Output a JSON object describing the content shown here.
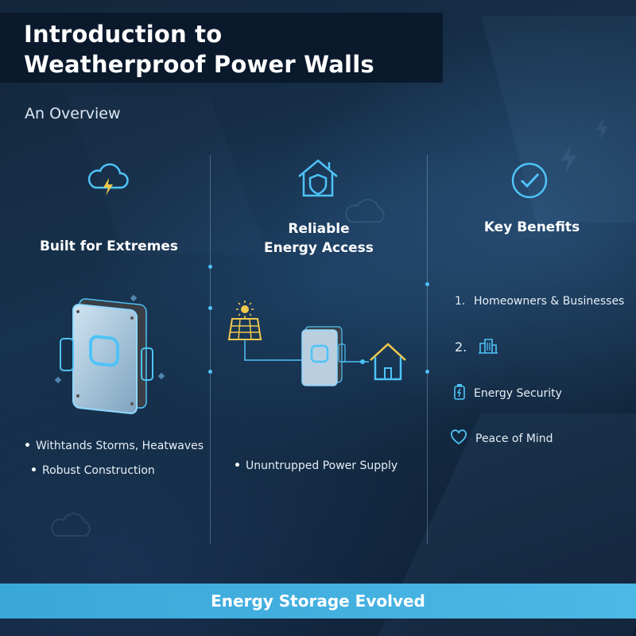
{
  "title": {
    "line1": "Introduction to",
    "line2": "Weatherproof Power Walls"
  },
  "subtitle": "An Overview",
  "columns": [
    {
      "heading": "Built for Extremes",
      "icon": "cloud-lightning-icon",
      "bullets": [
        "Withtands Storms, Heatwaves",
        "Robust Construction"
      ]
    },
    {
      "heading_line1": "Reliable",
      "heading_line2": "Energy Access",
      "icon": "house-shield-icon",
      "bullets": [
        "Ununtrupped Power Supply"
      ]
    },
    {
      "heading": "Key Benefits",
      "icon": "check-circle-icon",
      "items": [
        {
          "num": "1.",
          "label": "Homeowners & Businesses"
        },
        {
          "num": "2.",
          "label": "",
          "icon": "building-icon"
        },
        {
          "label": "Energy Security",
          "icon": "battery-icon"
        },
        {
          "label": "Peace of Mind",
          "icon": "heart-icon"
        }
      ]
    }
  ],
  "footer": "Energy Storage Evolved",
  "colors": {
    "accent": "#4fc3f7",
    "footer": "#45b1e0",
    "title_bg": "#0a182a",
    "sun": "#f2c94c"
  }
}
